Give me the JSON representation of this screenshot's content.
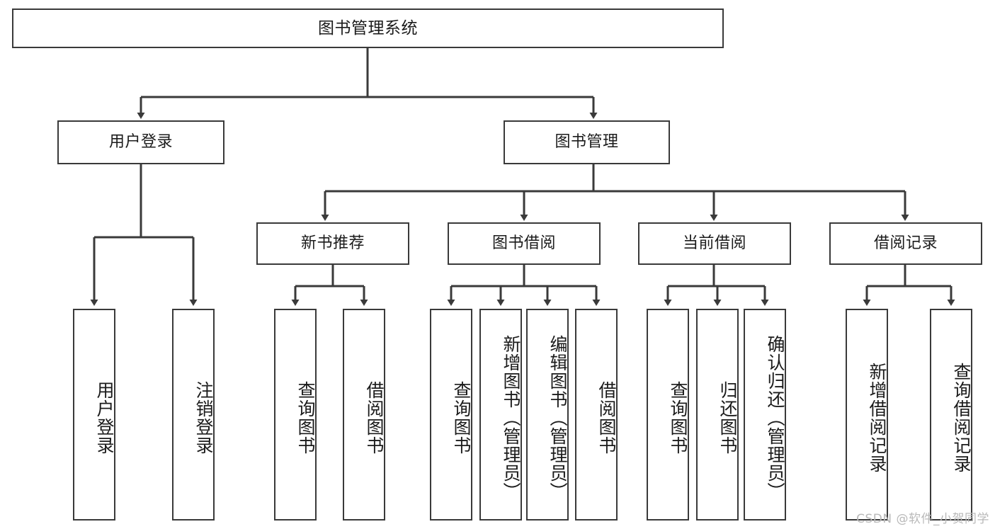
{
  "diagram": {
    "type": "tree-hierarchy-chart",
    "title": "图书管理系统",
    "stroke_color": "#3a3a3a",
    "fill_color": "#ffffff",
    "text_color": "#1b1b1b",
    "levels": [
      {
        "level": 1,
        "nodes": [
          {
            "id": "root",
            "label": "图书管理系统",
            "orientation": "horizontal"
          }
        ]
      },
      {
        "level": 2,
        "nodes": [
          {
            "id": "login",
            "label": "用户登录",
            "orientation": "horizontal"
          },
          {
            "id": "bookmgmt",
            "label": "图书管理",
            "orientation": "horizontal"
          }
        ]
      },
      {
        "level": 3,
        "nodes": [
          {
            "id": "newbook",
            "label": "新书推荐",
            "orientation": "horizontal"
          },
          {
            "id": "borrow",
            "label": "图书借阅",
            "orientation": "horizontal"
          },
          {
            "id": "current",
            "label": "当前借阅",
            "orientation": "horizontal"
          },
          {
            "id": "records",
            "label": "借阅记录",
            "orientation": "horizontal"
          }
        ]
      },
      {
        "level": 4,
        "nodes": [
          {
            "id": "leaf-user-login",
            "label": "用户登录",
            "orientation": "vertical",
            "parent": "login"
          },
          {
            "id": "leaf-user-logout",
            "label": "注销登录",
            "orientation": "vertical",
            "parent": "login"
          },
          {
            "id": "leaf-query-book-1",
            "label": "查询图书",
            "orientation": "vertical",
            "parent": "newbook"
          },
          {
            "id": "leaf-borrow-book-1",
            "label": "借阅图书",
            "orientation": "vertical",
            "parent": "newbook"
          },
          {
            "id": "leaf-query-book-2",
            "label": "查询图书",
            "orientation": "vertical",
            "parent": "borrow"
          },
          {
            "id": "leaf-add-book",
            "label": "新增图书（管理员）",
            "orientation": "vertical",
            "parent": "borrow"
          },
          {
            "id": "leaf-edit-book",
            "label": "编辑图书（管理员）",
            "orientation": "vertical",
            "parent": "borrow"
          },
          {
            "id": "leaf-borrow-book-2",
            "label": "借阅图书",
            "orientation": "vertical",
            "parent": "borrow"
          },
          {
            "id": "leaf-query-book-3",
            "label": "查询图书",
            "orientation": "vertical",
            "parent": "current"
          },
          {
            "id": "leaf-return-book",
            "label": "归还图书",
            "orientation": "vertical",
            "parent": "current"
          },
          {
            "id": "leaf-confirm-return",
            "label": "确认归还（管理员）",
            "orientation": "vertical",
            "parent": "current"
          },
          {
            "id": "leaf-add-record",
            "label": "新增借阅记录",
            "orientation": "vertical",
            "parent": "records"
          },
          {
            "id": "leaf-query-record",
            "label": "查询借阅记录",
            "orientation": "vertical",
            "parent": "records"
          }
        ]
      }
    ]
  },
  "watermark": {
    "text": "CSDN @软件_小贺同学"
  }
}
